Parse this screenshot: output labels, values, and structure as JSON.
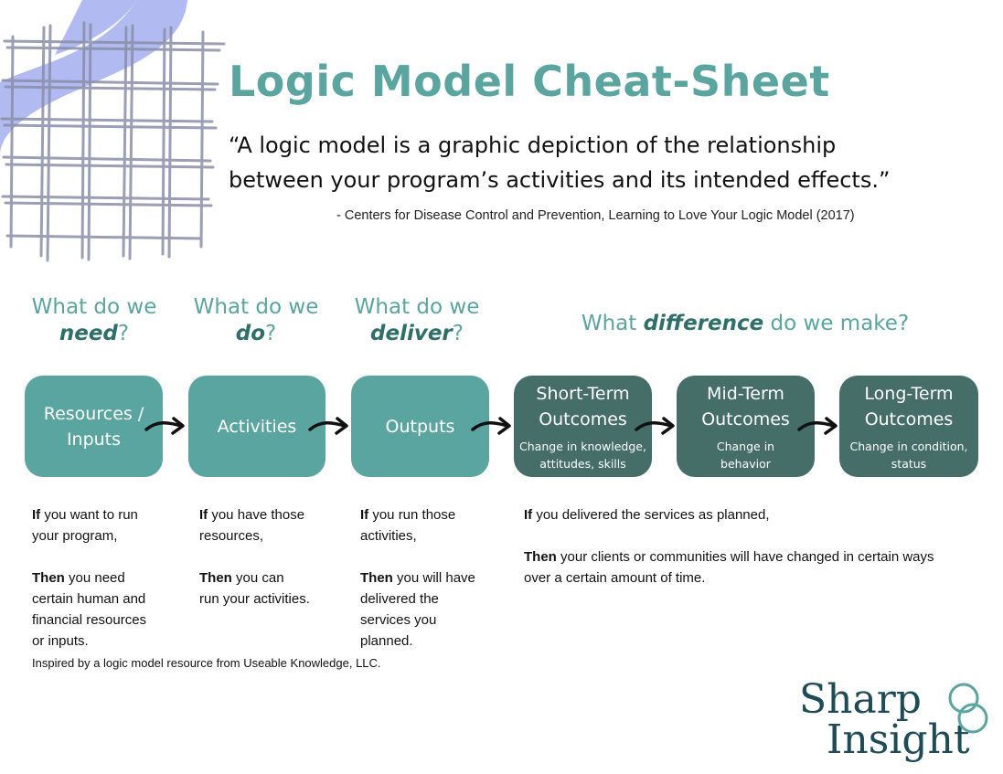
{
  "title": "Logic Model Cheat-Sheet",
  "quote": {
    "line1": "“A logic model is a graphic depiction of the relationship",
    "line2": "between your program’s activities and its intended effects.”",
    "citation": "- Centers for Disease Control and Prevention, Learning to Love Your Logic Model (2017)"
  },
  "questions": [
    {
      "prefix": "What do we",
      "emphasis": "need",
      "suffix": "?"
    },
    {
      "prefix": "What do we",
      "emphasis": "do",
      "suffix": "?"
    },
    {
      "prefix": "What do we",
      "emphasis": "deliver",
      "suffix": "?"
    },
    {
      "prefix": "What ",
      "emphasis": "difference",
      "suffix": " do we make?"
    }
  ],
  "boxes": [
    {
      "title_line1": "Resources /",
      "title_line2": "Inputs",
      "sub_line1": "",
      "sub_line2": ""
    },
    {
      "title_line1": "Activities",
      "title_line2": "",
      "sub_line1": "",
      "sub_line2": ""
    },
    {
      "title_line1": "Outputs",
      "title_line2": "",
      "sub_line1": "",
      "sub_line2": ""
    },
    {
      "title_line1": "Short-Term",
      "title_line2": "Outcomes",
      "sub_line1": "Change in knowledge,",
      "sub_line2": "attitudes, skills"
    },
    {
      "title_line1": "Mid-Term",
      "title_line2": "Outcomes",
      "sub_line1": "Change in",
      "sub_line2": "behavior"
    },
    {
      "title_line1": "Long-Term",
      "title_line2": "Outcomes",
      "sub_line1": "Change in condition,",
      "sub_line2": "status"
    }
  ],
  "ifthen": [
    {
      "if_word": "If",
      "if_line1": " you want to run",
      "if_line2": "your program,",
      "then_word": "Then",
      "then_line1": " you need",
      "then_line2": "certain human and",
      "then_line3": "financial resources",
      "then_line4": "or inputs."
    },
    {
      "if_word": "If",
      "if_line1": " you have those",
      "if_line2": "resources,",
      "then_word": "Then",
      "then_line1": " you can",
      "then_line2": "run your activities.",
      "then_line3": "",
      "then_line4": ""
    },
    {
      "if_word": "If",
      "if_line1": " you run those",
      "if_line2": "activities,",
      "then_word": "Then",
      "then_line1": " you will have",
      "then_line2": "delivered the",
      "then_line3": "services you",
      "then_line4": "planned."
    },
    {
      "if_word": "If",
      "if_line1": " you delivered the services as planned,",
      "if_line2": "",
      "then_word": "Then",
      "then_line1": " your clients or communities will have changed in certain ways",
      "then_line2": "over a certain amount of time.",
      "then_line3": "",
      "then_line4": ""
    }
  ],
  "footer": "Inspired by a logic model resource from Useable Knowledge, LLC.",
  "logo": {
    "word1": "Sharp",
    "word2": "Insight"
  },
  "colors": {
    "accent": "#5aa59f",
    "accent_dark": "#456e68",
    "logo": "#1f4b57",
    "deco_blue": "#aab4f0",
    "deco_grid": "#8a8ea8"
  }
}
